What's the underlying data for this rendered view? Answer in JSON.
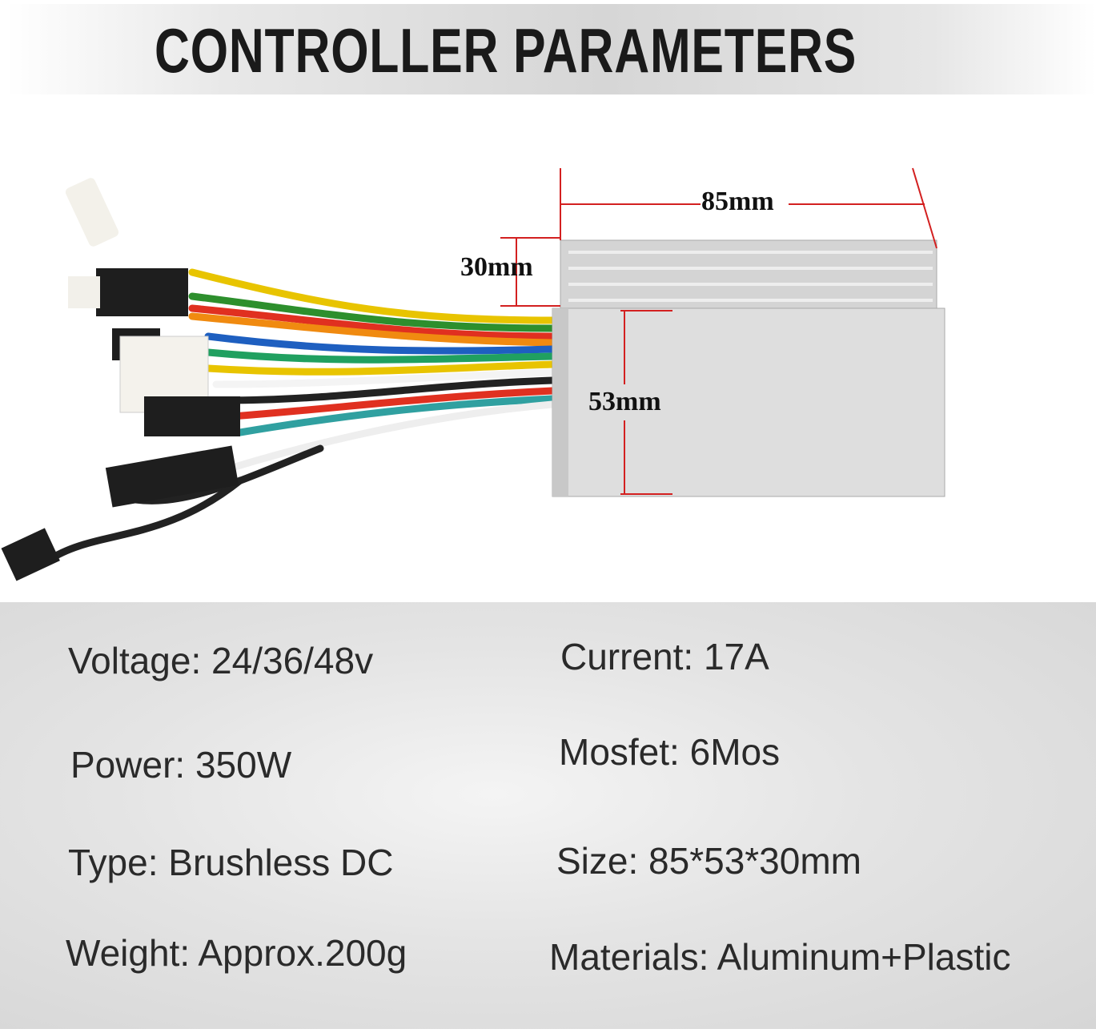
{
  "title": "CONTROLLER PARAMETERS",
  "dimensions": {
    "length": "85mm",
    "height": "30mm",
    "width": "53mm"
  },
  "specs": {
    "left": [
      "Voltage: 24/36/48v",
      "Power: 350W",
      "Type: Brushless DC",
      "Weight: Approx.200g"
    ],
    "right": [
      "Current: 17A",
      "Mosfet: 6Mos",
      "Size: 85*53*30mm",
      "Materials: Aluminum+Plastic"
    ]
  },
  "colors": {
    "dimension_line": "#d32020",
    "box": "#d9d9d9"
  }
}
